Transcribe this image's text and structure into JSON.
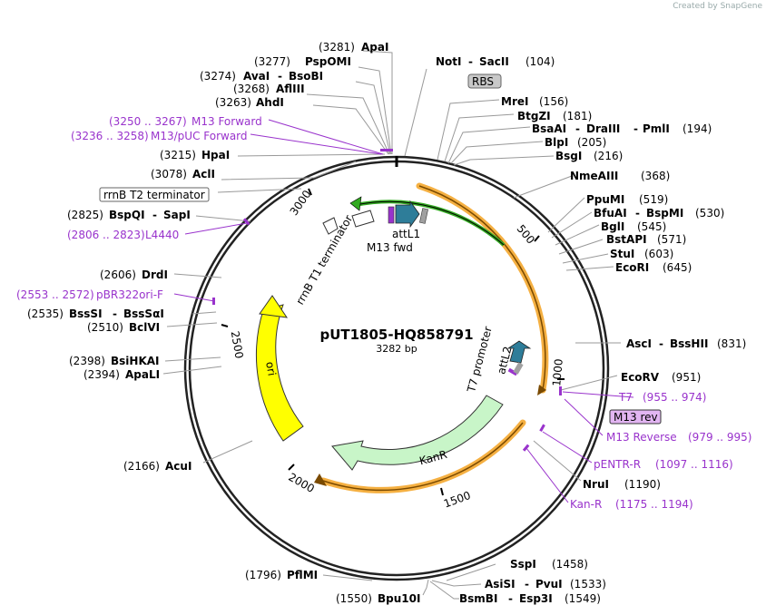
{
  "credit": "Created by SnapGene",
  "plasmid": {
    "name": "pUT1805-HQ858791",
    "size": "3282 bp"
  },
  "ticks": [
    "500",
    "1000",
    "1500",
    "2000",
    "2500",
    "3000"
  ],
  "features": {
    "rrnb_t1": "rrnB T1 terminator",
    "m13_fwd": "M13 fwd",
    "attl1": "attL1",
    "ori": "ori",
    "kanr": "KanR",
    "t7_promoter": "T7 promoter",
    "attl2": "attL2",
    "rrnb_t2": "rrnB T2 terminator",
    "rbs": "RBS",
    "m13_rev": "M13 rev"
  },
  "sites": [
    {
      "name": "ApaI",
      "pos": "(3281)"
    },
    {
      "name": "PspOMI",
      "pos": "(3277)"
    },
    {
      "name": "AvaI",
      "name2": "BsoBI",
      "pos": "(3274)"
    },
    {
      "name": "AflIII",
      "pos": "(3268)"
    },
    {
      "name": "AhdI",
      "pos": "(3263)"
    },
    {
      "name": "HpaI",
      "pos": "(3215)"
    },
    {
      "name": "AclI",
      "pos": "(3078)"
    },
    {
      "name": "BspQI",
      "name2": "SapI",
      "pos": "(2825)"
    },
    {
      "name": "DrdI",
      "pos": "(2606)"
    },
    {
      "name": "BssSI",
      "name2": "BssSαI",
      "pos": "(2535)"
    },
    {
      "name": "BclVI",
      "pos": "(2510)"
    },
    {
      "name": "BsiHKAI",
      "pos": "(2398)"
    },
    {
      "name": "ApaLI",
      "pos": "(2394)"
    },
    {
      "name": "AcuI",
      "pos": "(2166)"
    },
    {
      "name": "PflMI",
      "pos": "(1796)"
    },
    {
      "name": "Bpu10I",
      "pos": "(1550)"
    },
    {
      "name": "NotI",
      "name2": "SacII",
      "pos": "(104)"
    },
    {
      "name": "MreI",
      "pos": "(156)"
    },
    {
      "name": "BtgZI",
      "pos": "(181)"
    },
    {
      "name": "BsaAI",
      "name2": "DraIII",
      "name3": "PmlI",
      "pos": "(194)"
    },
    {
      "name": "BlpI",
      "pos": "(205)"
    },
    {
      "name": "BsgI",
      "pos": "(216)"
    },
    {
      "name": "NmeAIII",
      "pos": "(368)"
    },
    {
      "name": "PpuMI",
      "pos": "(519)"
    },
    {
      "name": "BfuAI",
      "name2": "BspMI",
      "pos": "(530)"
    },
    {
      "name": "BglI",
      "pos": "(545)"
    },
    {
      "name": "BstAPI",
      "pos": "(571)"
    },
    {
      "name": "StuI",
      "pos": "(603)"
    },
    {
      "name": "EcoRI",
      "pos": "(645)"
    },
    {
      "name": "AscI",
      "name2": "BssHII",
      "pos": "(831)"
    },
    {
      "name": "EcoRV",
      "pos": "(951)"
    },
    {
      "name": "NruI",
      "pos": "(1190)"
    },
    {
      "name": "SspI",
      "pos": "(1458)"
    },
    {
      "name": "AsiSI",
      "name2": "PvuI",
      "pos": "(1533)"
    },
    {
      "name": "BsmBI",
      "name2": "Esp3I",
      "pos": "(1549)"
    }
  ],
  "primers": [
    {
      "name": "M13 Forward",
      "range": "(3250 .. 3267)"
    },
    {
      "name": "M13/pUC Forward",
      "range": "(3236 .. 3258)"
    },
    {
      "name": "L4440",
      "range": "(2806 .. 2823)"
    },
    {
      "name": "pBR322ori-F",
      "range": "(2553 .. 2572)"
    },
    {
      "name": "T7",
      "range": "(955 .. 974)"
    },
    {
      "name": "M13 Reverse",
      "range": "(979 .. 995)"
    },
    {
      "name": "pENTR-R",
      "range": "(1097 .. 1116)"
    },
    {
      "name": "Kan-R",
      "range": "(1175 .. 1194)"
    }
  ],
  "colors": {
    "backbone": "#222222",
    "primer": "#9933cc",
    "ori": "#ffff00",
    "kanr": "#c8f5c8",
    "attl": "#2e7d99",
    "orange": "#f5b042",
    "green": "#33aa22"
  }
}
